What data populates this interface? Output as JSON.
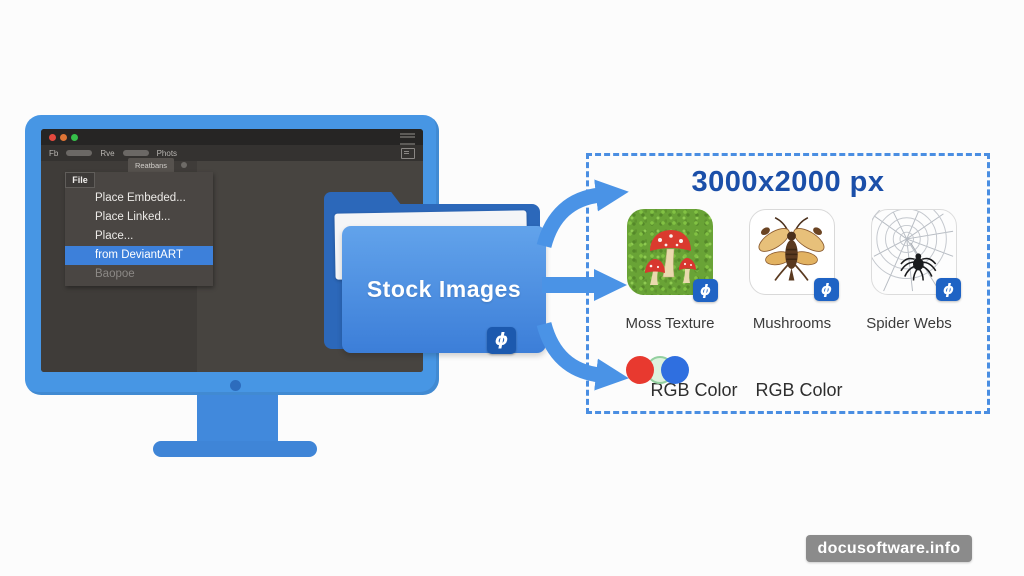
{
  "editor_window": {
    "menu_bar": {
      "items": [
        "Fb",
        "Rve",
        "Phots"
      ]
    },
    "document_tab": "Reatbans",
    "file_menu": {
      "header": "File",
      "items": [
        "Place Embeded...",
        "Place Linked...",
        "Place...",
        "from DeviantART",
        "Baopoe"
      ],
      "highlighted_item": "from DeviantART"
    }
  },
  "folder": {
    "label": "Stock Images"
  },
  "stock_box": {
    "title": "3000x2000 px",
    "thumbnails": [
      {
        "label": "Moss Texture"
      },
      {
        "label": "Mushrooms"
      },
      {
        "label": "Spider Webs"
      }
    ],
    "rgb_labels": [
      "RGB Color",
      "RGB Color"
    ]
  },
  "icons": {
    "badge_glyph": "ɸ"
  },
  "watermark": "docusoftware.info",
  "colors": {
    "monitor_blue": "#4796e4",
    "menu_highlight": "#3d80da",
    "badge_blue": "#1f63c4",
    "dashed_border": "#4a8ee2",
    "title_blue": "#1b4fa9",
    "rgb_red": "#e8392f",
    "rgb_green": "#ddf2dd",
    "rgb_blue": "#2f6fe0"
  }
}
